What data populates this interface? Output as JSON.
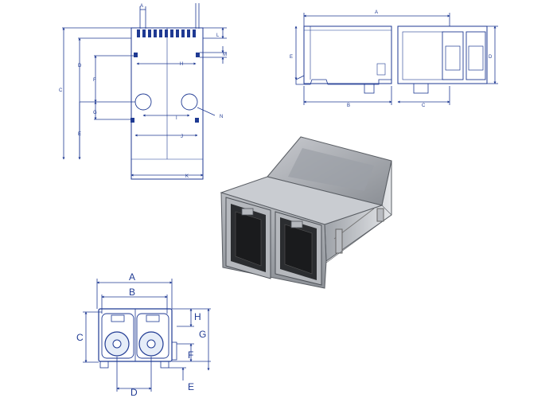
{
  "drawings": {
    "top_view": {
      "labels": [
        "A",
        "B",
        "C",
        "D",
        "E",
        "F",
        "G",
        "H",
        "I",
        "J",
        "K",
        "L",
        "M",
        "N"
      ]
    },
    "side_view": {
      "labels": [
        "A",
        "B",
        "C",
        "D",
        "E"
      ]
    },
    "front_view": {
      "labels": [
        "A",
        "B",
        "C",
        "D",
        "E",
        "F",
        "G",
        "H"
      ]
    }
  },
  "colors": {
    "line": "#1f3a93",
    "metal_light": "#d8dade",
    "metal_dark": "#6e7278",
    "port": "#2b2d30"
  }
}
